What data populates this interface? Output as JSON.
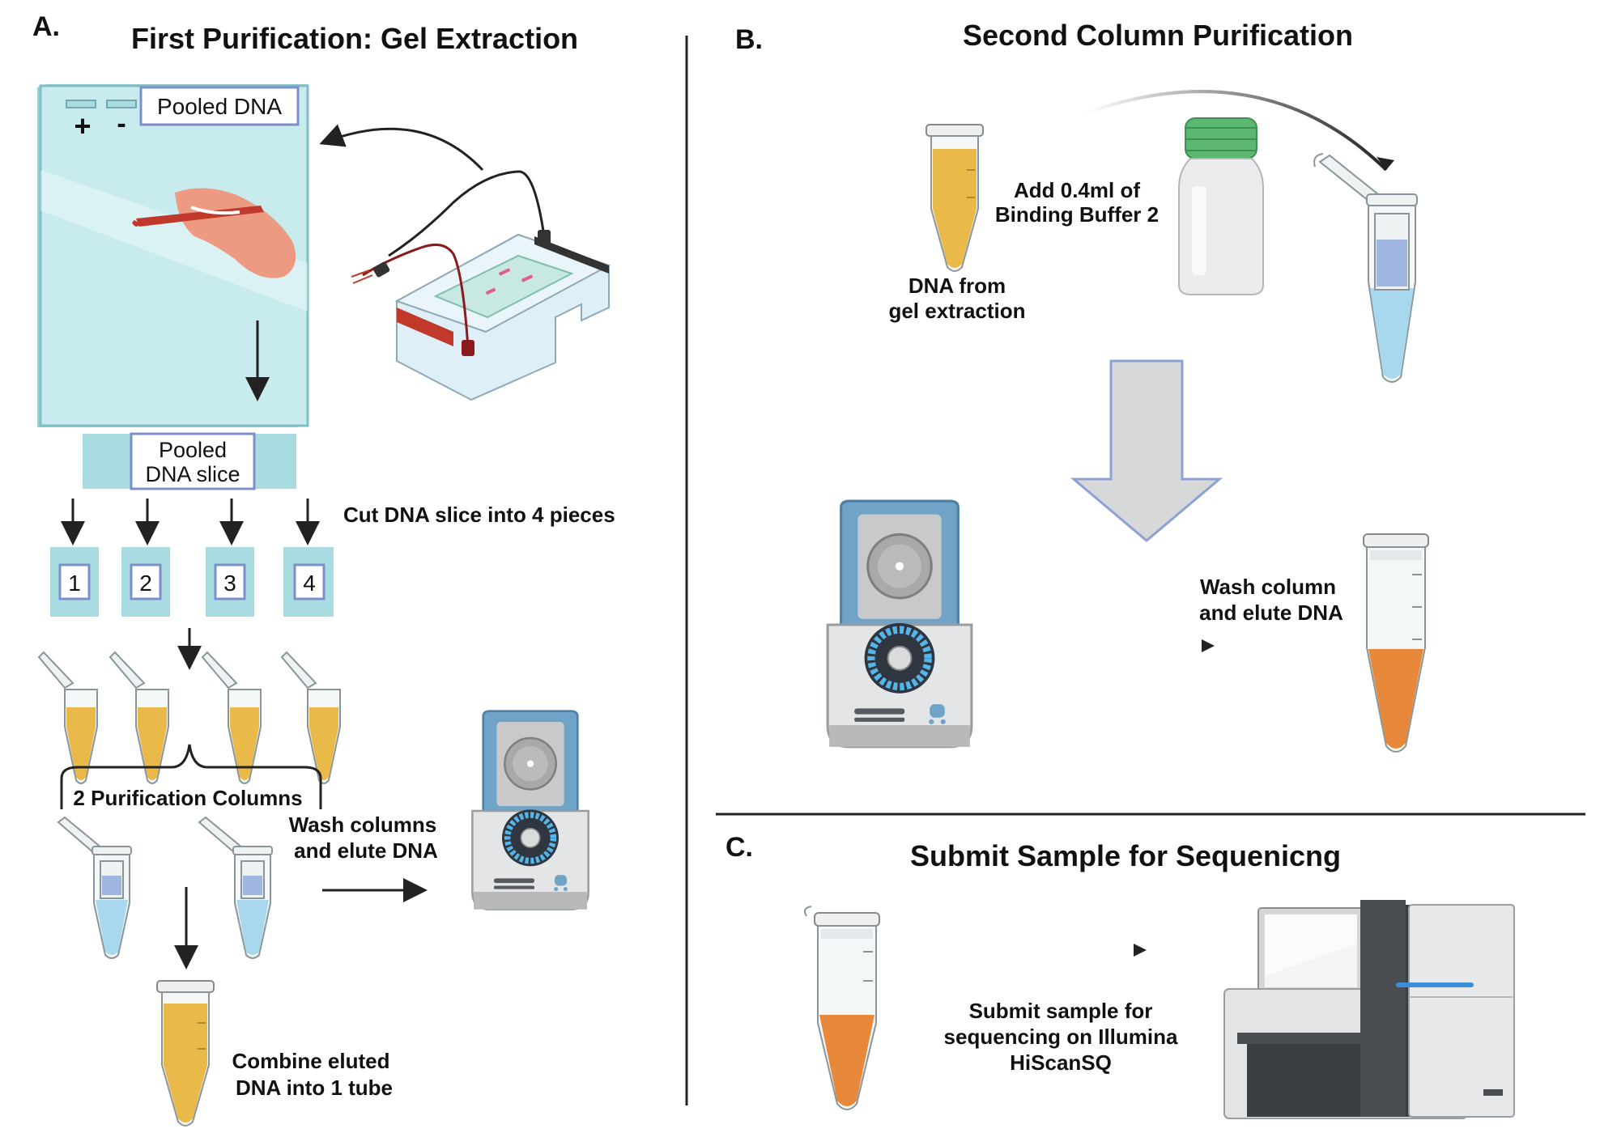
{
  "panel_a": {
    "letter": "A.",
    "title": "First Purification: Gel Extraction",
    "pooled_dna_label": "Pooled DNA",
    "plus_sign": "+",
    "minus_sign": "-",
    "slice_label_line1": "Pooled",
    "slice_label_line2": "DNA slice",
    "cut_caption": "Cut DNA slice into 4 pieces",
    "pieces": [
      "1",
      "2",
      "3",
      "4"
    ],
    "columns_caption": "2 Purification Columns",
    "wash_caption_line1": "Wash columns",
    "wash_caption_line2": "and elute DNA",
    "combine_caption_line1": "Combine eluted",
    "combine_caption_line2": "DNA into 1 tube"
  },
  "panel_b": {
    "letter": "B.",
    "title": "Second Column Purification",
    "add_caption_line1": "Add 0.4ml of",
    "add_caption_line2": "Binding Buffer 2",
    "dna_from_line1": "DNA from",
    "dna_from_line2": "gel extraction",
    "wash_caption_line1": "Wash column",
    "wash_caption_line2": "and elute DNA"
  },
  "panel_c": {
    "letter": "C.",
    "title": "Submit Sample for Sequenicng",
    "submit_line1": "Submit sample for",
    "submit_line2": "sequencing on Illumina",
    "submit_line3": "HiScanSQ"
  },
  "colors": {
    "gel": "#c8ecee",
    "gel_edge": "#7fbfc4",
    "yellow_liquid": "#e9b94a",
    "blue_liquid": "#a8d8ee",
    "orange_liquid": "#e8883a",
    "label_border": "#7c8fc8",
    "arrow": "#222222"
  }
}
